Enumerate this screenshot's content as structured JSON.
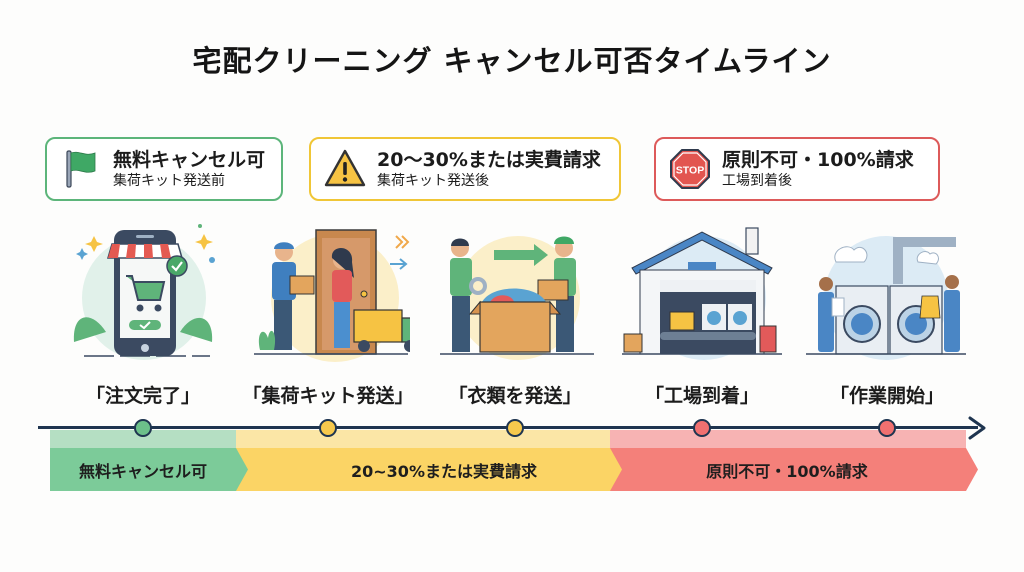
{
  "title": "宅配クリーニング キャンセル可否タイムライン",
  "legend": [
    {
      "icon": "green-flag-icon",
      "main": "無料キャンセル可",
      "sub": "集荷キット発送前",
      "color": "#5cb57a"
    },
    {
      "icon": "warning-triangle-icon",
      "main": "20〜30%または実費請求",
      "sub": "集荷キット発送後",
      "color": "#f0c636"
    },
    {
      "icon": "stop-sign-icon",
      "main": "原則不可・100%請求",
      "sub": "工場到着後",
      "color": "#dd5a5a"
    }
  ],
  "steps": [
    {
      "label": "「注文完了」",
      "illustration": "smartphone-shop-checkout-illustration",
      "node_color": "#6cc08a"
    },
    {
      "label": "「集荷キット発送」",
      "illustration": "courier-delivers-kit-illustration",
      "node_color": "#f7c94d"
    },
    {
      "label": "「衣類を発送」",
      "illustration": "packing-clothes-box-illustration",
      "node_color": "#f7c94d"
    },
    {
      "label": "「工場到着」",
      "illustration": "factory-arrival-illustration",
      "node_color": "#f07070"
    },
    {
      "label": "「作業開始」",
      "illustration": "laundry-work-start-illustration",
      "node_color": "#f07070"
    }
  ],
  "bands": [
    {
      "label": "無料キャンセル可",
      "light": "#b5dfc3",
      "main": "#7ccb99"
    },
    {
      "label": "20~30%または実費請求",
      "light": "#fbe6a6",
      "main": "#fbd465"
    },
    {
      "label": "原則不可・100%請求",
      "light": "#f7b3b3",
      "main": "#f4807a"
    }
  ]
}
